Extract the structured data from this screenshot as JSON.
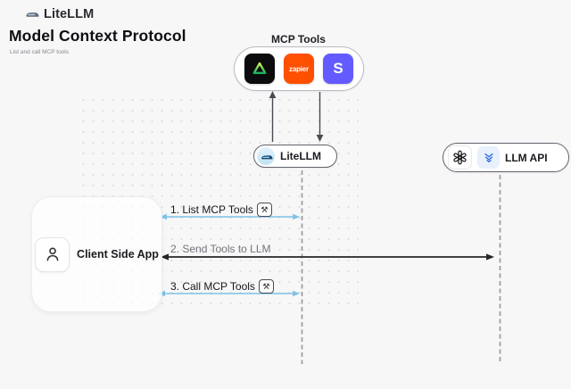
{
  "brand": {
    "name": "LiteLLM",
    "logo_icon": "litellm-logo"
  },
  "header": {
    "title": "Model Context Protocol",
    "subtitle": "List and call MCP tools"
  },
  "mcp_tools": {
    "label": "MCP Tools",
    "tools": [
      {
        "name": "triangle-tool",
        "bg": "#0c0c0e"
      },
      {
        "name": "zapier",
        "label": "zapier",
        "bg": "#ff4f00"
      },
      {
        "name": "stripe",
        "label": "S",
        "bg": "#635bff"
      }
    ]
  },
  "nodes": {
    "litellm": {
      "label": "LiteLLM",
      "icon": "litellm-logo"
    },
    "llm_api": {
      "label": "LLM API",
      "icons": [
        "openai-icon",
        "llm-provider-icon"
      ]
    },
    "client": {
      "label": "Client Side App",
      "icon": "person-icon"
    }
  },
  "messages": [
    {
      "text": "1. List MCP Tools",
      "tool_badge": "⚒",
      "arrow_color": "#7fc2e8"
    },
    {
      "text": "2. Send Tools to LLM",
      "arrow_color": "#26262b"
    },
    {
      "text": "3. Call MCP Tools",
      "tool_badge": "⚒",
      "arrow_color": "#7fc2e8"
    }
  ],
  "colors": {
    "background": "#f7f7f8",
    "blue_arrow": "#7fc2e8",
    "dark_arrow": "#26262b",
    "lifeline_gray": "#9a9aa1",
    "zapier_orange": "#ff4f00",
    "stripe_purple": "#635bff",
    "triangle_green": "#19b35f"
  }
}
